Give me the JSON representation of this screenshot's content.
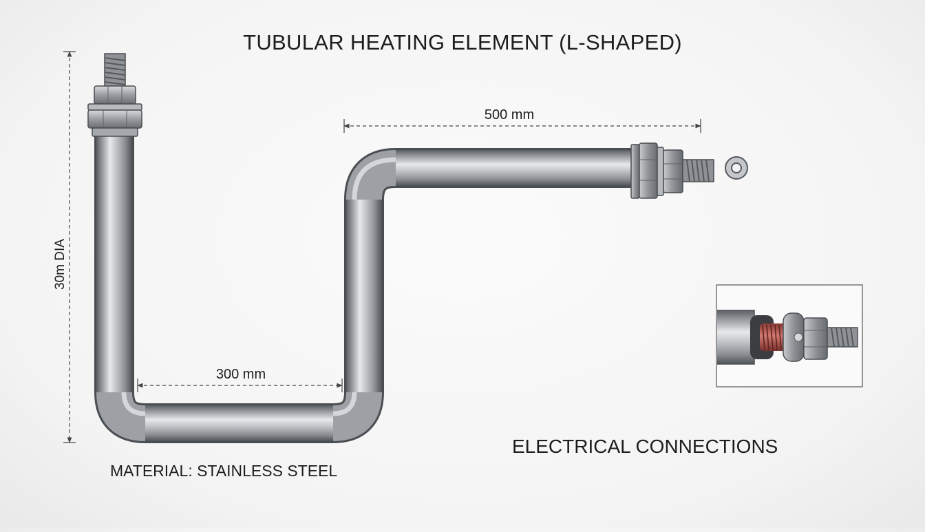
{
  "title": "TUBULAR HEATING ELEMENT (L-SHAPED)",
  "dimensions": {
    "top_length": "500 mm",
    "bottom_length": "300 mm",
    "diameter": "30m DIA"
  },
  "material": "MATERIAL: STAINLESS STEEL",
  "connections_label": "ELECTRICAL CONNECTIONS",
  "colors": {
    "steel": "#a9acb0",
    "steel_dark": "#55585c",
    "copper": "#b5524a",
    "dimension_line": "#444444",
    "text": "#1d1d1d"
  }
}
